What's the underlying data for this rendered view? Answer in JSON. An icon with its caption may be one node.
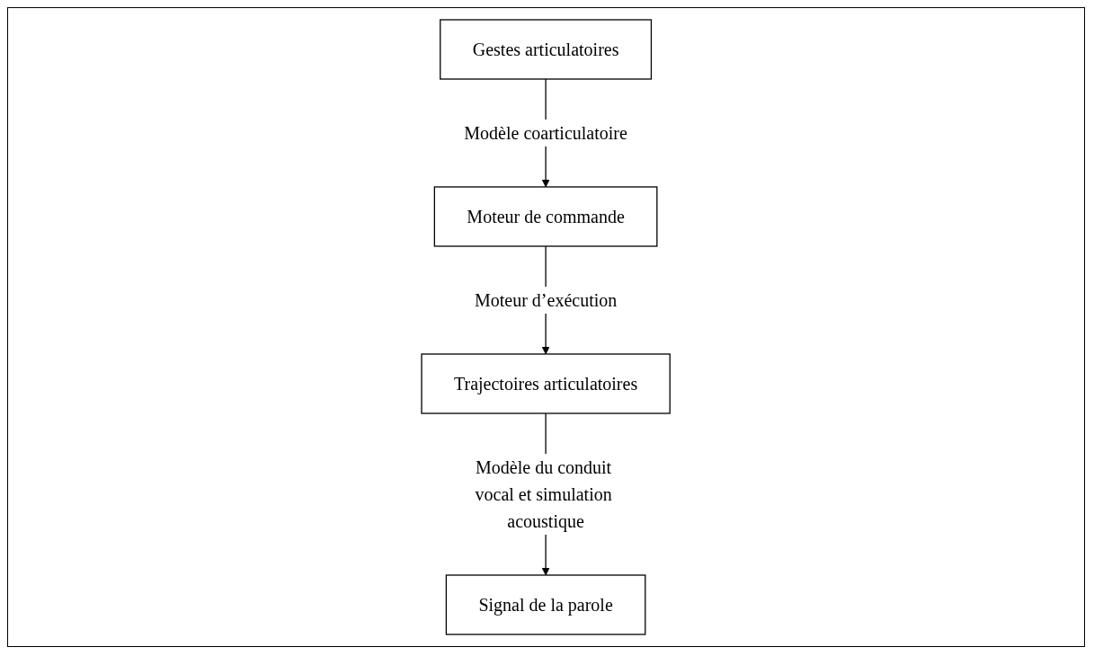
{
  "diagram": {
    "nodes": [
      {
        "text": [
          "Gestes articulatoires"
        ]
      },
      {
        "text": [
          "Moteur de commande"
        ]
      },
      {
        "text": [
          "Trajectoires articulatoires"
        ]
      },
      {
        "text": [
          "Signal de la parole"
        ]
      }
    ],
    "edges": [
      {
        "from": 0,
        "to": 1,
        "arrow": "to",
        "label": "Modèle coarticulatoire"
      },
      {
        "from": 1,
        "to": 2,
        "arrow": "to",
        "label": "Moteur d’exécution"
      },
      {
        "from": 2,
        "to": 3,
        "arrow": "to",
        "label": "Modèle du conduit vocal et simulation acoustique"
      }
    ]
  }
}
